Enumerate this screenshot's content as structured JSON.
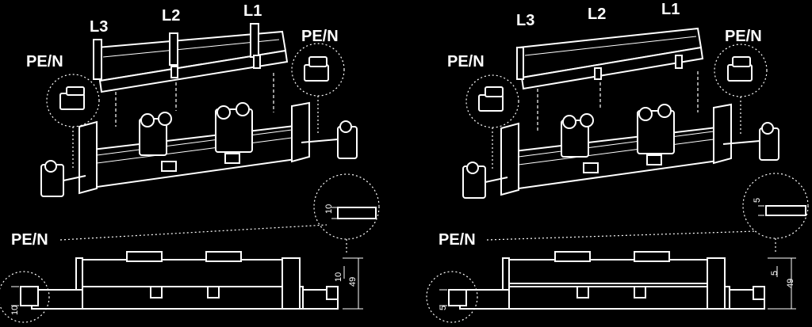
{
  "panels": [
    {
      "id": "left",
      "phase_labels": [
        "L3",
        "L2",
        "L1"
      ],
      "pe_n_label": "PE/N",
      "dim_clamp": "10",
      "dim_height": "49"
    },
    {
      "id": "right",
      "phase_labels": [
        "L3",
        "L2",
        "L1"
      ],
      "pe_n_label": "PE/N",
      "dim_clamp": "5",
      "dim_height": "49"
    }
  ]
}
